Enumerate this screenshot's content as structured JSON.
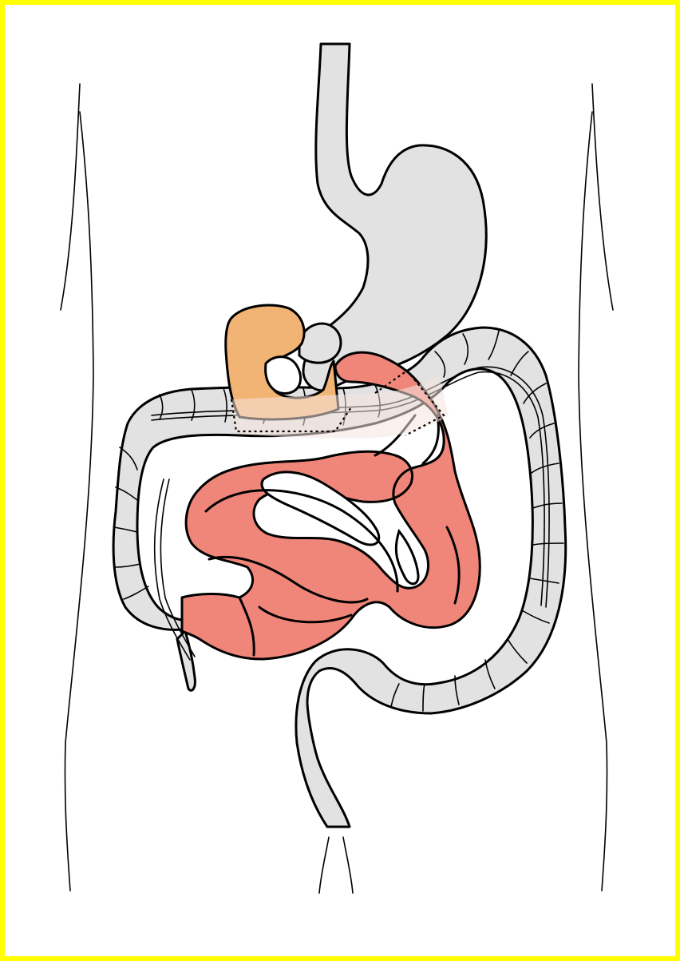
{
  "colors": {
    "frame": "#ffff00",
    "gray_organ": "#e2e2e2",
    "small_intestine": "#ef8679",
    "small_intestine_dark": "#e0705f",
    "duodenum": "#f2b474",
    "outline": "#000000"
  },
  "structures": [
    {
      "id": "esophagus",
      "icon": "esophagus-shape"
    },
    {
      "id": "stomach",
      "icon": "stomach-shape"
    },
    {
      "id": "duodenum",
      "icon": "duodenum-shape"
    },
    {
      "id": "small-intestine",
      "icon": "small-intestine-shape"
    },
    {
      "id": "large-intestine",
      "icon": "colon-shape"
    },
    {
      "id": "rectum",
      "icon": "rectum-shape"
    }
  ]
}
